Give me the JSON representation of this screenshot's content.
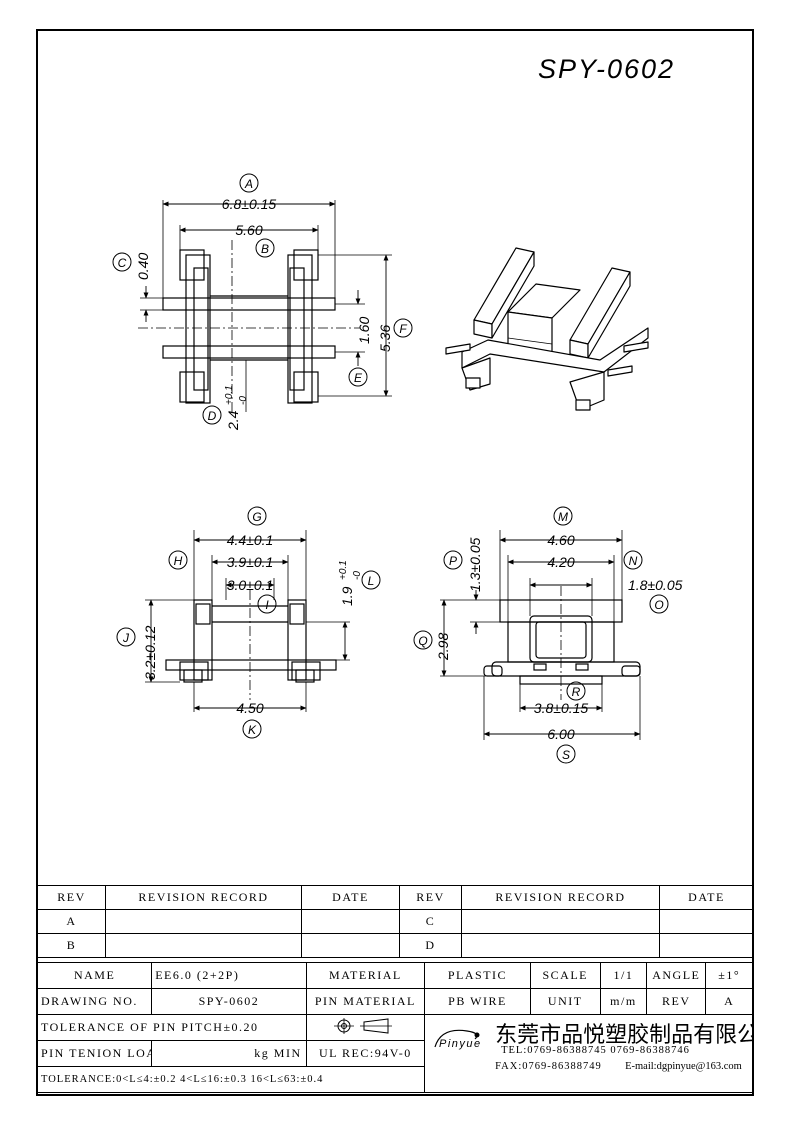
{
  "drawing": {
    "number_title": "SPY-0602",
    "top_view": {
      "A": "A",
      "A_dim": "6.8±0.15",
      "B": "B",
      "B_dim": "5.60",
      "C": "C",
      "C_dim": "0.40",
      "D": "D",
      "D_dim": "2.4",
      "D_tol_plus": "+0.1",
      "D_tol_minus": "-0",
      "E": "E",
      "E_dim": "1.60",
      "F": "F",
      "F_dim": "5.36"
    },
    "front_view": {
      "G": "G",
      "G_dim": "4.4±0.1",
      "H": "H",
      "H_dim": "3.9±0.1",
      "I": "I",
      "I_dim": "3.0±0.1",
      "J": "J",
      "J_dim": "3.2±0.12",
      "K": "K",
      "K_dim": "4.50",
      "L": "L",
      "L_dim": "1.9",
      "L_tol_plus": "+0.1",
      "L_tol_minus": "-0"
    },
    "side_view": {
      "M": "M",
      "M_dim": "4.60",
      "N": "N",
      "N_dim": "4.20",
      "O": "O",
      "O_dim": "1.8±0.05",
      "P": "P",
      "P_dim": "1.3±0.05",
      "Q": "Q",
      "Q_dim": "2.98",
      "R": "R",
      "R_dim": "3.8±0.15",
      "S": "S",
      "S_dim": "6.00"
    }
  },
  "revision_table": {
    "rev_header": "REV",
    "record_header": "REVISION RECORD",
    "date_header": "DATE",
    "rows": [
      "A",
      "B"
    ],
    "rows_right": [
      "C",
      "D"
    ]
  },
  "title_block": {
    "name_label": "NAME",
    "name_value": "EE6.0 (2+2P)",
    "material_label": "MATERIAL",
    "material_value": "PLASTIC",
    "scale_label": "SCALE",
    "scale_value": "1/1",
    "angle_label": "ANGLE",
    "angle_value": "±1°",
    "drawing_no_label": "DRAWING NO.",
    "drawing_no_value": "SPY-0602",
    "pin_material_label": "PIN MATERIAL",
    "pin_material_value": "PB WIRE",
    "unit_label": "UNIT",
    "unit_value": "m/m",
    "rev_label": "REV",
    "rev_value": "A",
    "tolerance_pitch": "TOLERANCE OF PIN PITCH±0.20",
    "pin_tension": "PIN TENION LOAD",
    "pin_tension_unit": "kg MIN",
    "ul_rec": "UL REC:94V-0",
    "tolerance_line": "TOLERANCE:0<L≤4:±0.2  4<L≤16:±0.3  16<L≤63:±0.4",
    "logo_text": "Pinyue",
    "company": "东莞市品悦塑胶制品有限公司",
    "tel": "TEL:0769-86388745   0769-86388746",
    "fax": "FAX:0769-86388749",
    "email": "E-mail:dgpinyue@163.com"
  }
}
